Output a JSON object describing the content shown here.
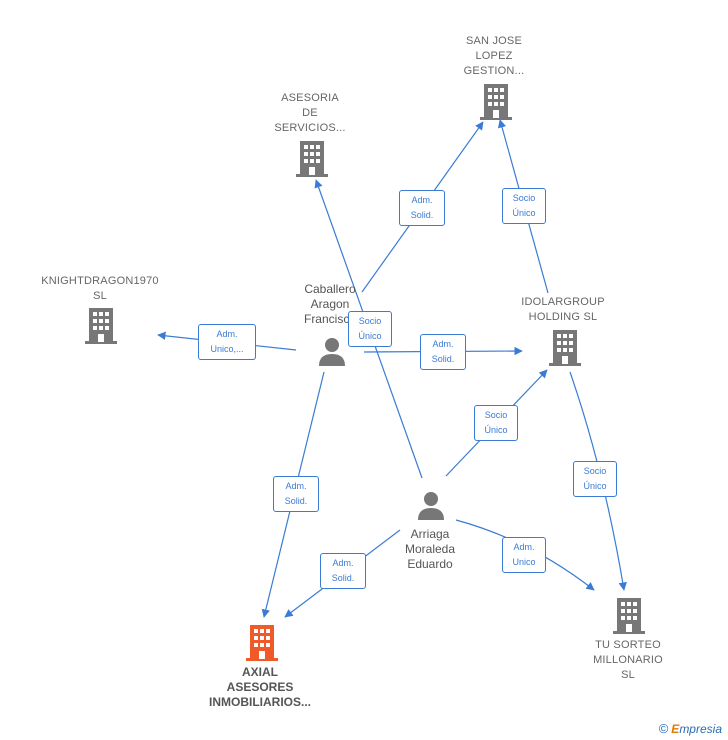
{
  "colors": {
    "edge": "#3a7bd5",
    "company": "#777777",
    "focus_company": "#f05a28",
    "person": "#777777"
  },
  "nodes": {
    "san_jose": {
      "label": "SAN JOSE\nLOPEZ\nGESTION...",
      "type": "company"
    },
    "asesoria": {
      "label": "ASESORIA\nDE\nSERVICIOS...",
      "type": "company"
    },
    "knightdragon": {
      "label": "KNIGHTDRAGON1970\nSL",
      "type": "company"
    },
    "idolargroup": {
      "label": "IDOLARGROUP\nHOLDING  SL",
      "type": "company"
    },
    "caballero": {
      "label": "Caballero\nAragon\nFrancisco",
      "type": "person"
    },
    "arriaga": {
      "label": "Arriaga\nMoraleda\nEduardo",
      "type": "person"
    },
    "axial": {
      "label": "AXIAL\nASESORES\nINMOBILIARIOS...",
      "type": "focus"
    },
    "tu_sorteo": {
      "label": "TU SORTEO\nMILLONARIO\nSL",
      "type": "company"
    }
  },
  "edges": {
    "e1": {
      "label": "Adm.\nSolid."
    },
    "e2": {
      "label": "Socio\nÚnico"
    },
    "e3": {
      "label": "Adm.\nUnico,..."
    },
    "e4": {
      "label": "Socio\nÚnico"
    },
    "e5": {
      "label": "Adm.\nSolid."
    },
    "e6": {
      "label": "Socio\nÚnico"
    },
    "e7": {
      "label": "Socio\nÚnico"
    },
    "e8": {
      "label": "Adm.\nSolid."
    },
    "e9": {
      "label": "Adm.\nSolid."
    },
    "e10": {
      "label": "Adm.\nUnico"
    }
  },
  "brand": {
    "symbol": "©",
    "name_first": "E",
    "name_rest": "mpresia"
  }
}
